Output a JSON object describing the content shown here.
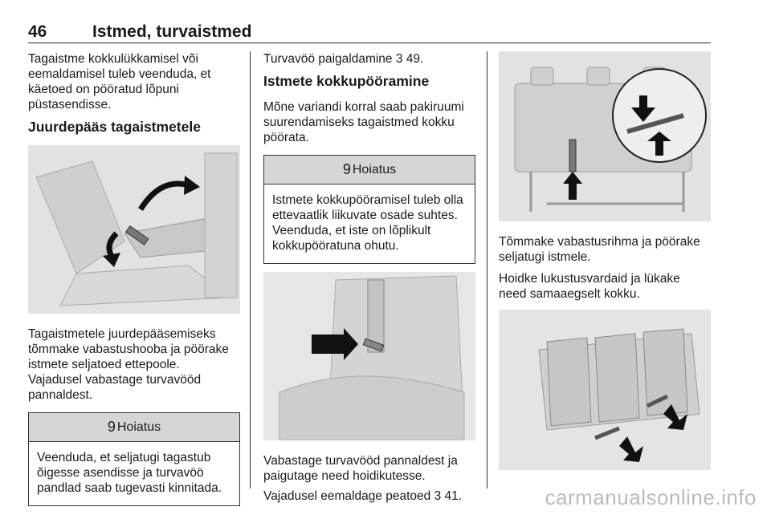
{
  "header": {
    "page_number": "46",
    "chapter_title": "Istmed, turvaistmed"
  },
  "col1": {
    "intro": "Tagaistme kokkulükkamisel või eemaldamisel tuleb veenduda, et käetoed on pööratud lõpuni püstasendisse.",
    "heading": "Juurdepääs tagaistmetele",
    "caption_a": "Tagaistmetele juurdepääsemiseks tõmmake vabastushooba ja pöörake istmete seljatoed ettepoole.",
    "caption_b": "Vajadusel vabastage turvavööd pannaldest.",
    "warning": {
      "icon": "9",
      "title": "Hoiatus",
      "text": "Veenduda, et seljatugi tagastub õigesse asendisse ja turvavöö pandlad saab tugevasti kinnitada."
    }
  },
  "col2": {
    "ref_text": "Turvavöö paigaldamine ",
    "ref_arrow": "3",
    "ref_page": " 49.",
    "heading": "Istmete kokkupööramine",
    "intro": "Mõne variandi korral saab pakiruumi suurendamiseks tagaistmed kokku pöörata.",
    "warning": {
      "icon": "9",
      "title": "Hoiatus",
      "text": "Istmete kokkupööramisel tuleb olla ettevaatlik liikuvate osade suhtes. Veenduda, et iste on lõplikult kokkupööratuna ohutu."
    },
    "caption_a": "Vabastage turvavööd pannaldest ja paigutage need hoidikutesse.",
    "caption_b_text": "Vajadusel eemaldage peatoed ",
    "caption_b_arrow": "3",
    "caption_b_page": " 41."
  },
  "col3": {
    "caption_a": "Tõmmake vabastusrihma ja pöörake seljatugi istmele.",
    "caption_b": "Hoidke lukustusvardaid ja lükake need samaaegselt kokku."
  },
  "watermark": "carmanualsonline.info"
}
